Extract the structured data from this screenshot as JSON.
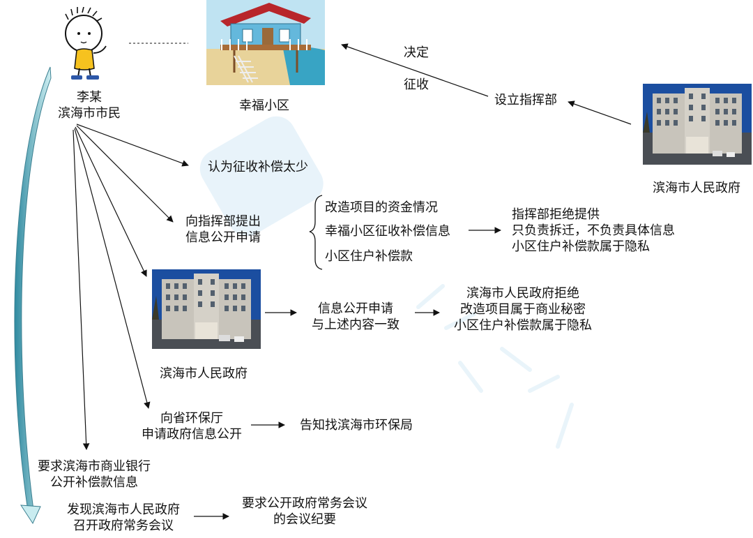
{
  "person": {
    "name": "李某",
    "title": "滨海市市民"
  },
  "community": {
    "label": "幸福小区"
  },
  "gov_building_top": {
    "label": "滨海市人民政府"
  },
  "gov_building_mid": {
    "label": "滨海市人民政府"
  },
  "edge_labels": {
    "decide": "决定",
    "expropriate": "征收",
    "set_up": "设立指挥部"
  },
  "claim": "认为征收补偿太少",
  "request_hq": {
    "line1": "向指挥部提出",
    "line2": "信息公开申请"
  },
  "request_items": [
    "改造项目的资金情况",
    "幸福小区征收补偿信息",
    "小区住户补偿款"
  ],
  "hq_reply": [
    "指挥部拒绝提供",
    "只负责拆迁，不负责具体信息",
    "小区住户补偿款属于隐私"
  ],
  "gov_request": {
    "line1": "信息公开申请",
    "line2": "与上述内容一致"
  },
  "gov_reply": [
    "滨海市人民政府拒绝",
    "改造项目属于商业秘密",
    "小区住户补偿款属于隐私"
  ],
  "env_request": {
    "line1": "向省环保厅",
    "line2": "申请政府信息公开"
  },
  "env_reply": "告知找滨海市环保局",
  "bank_request": {
    "line1": "要求滨海市商业银行",
    "line2": "公开补偿款信息"
  },
  "meeting_found": {
    "line1": "发现滨海市人民政府",
    "line2": "召开政府常务会议"
  },
  "meeting_request": {
    "line1": "要求公开政府常务会议",
    "line2": "的会议纪要"
  }
}
